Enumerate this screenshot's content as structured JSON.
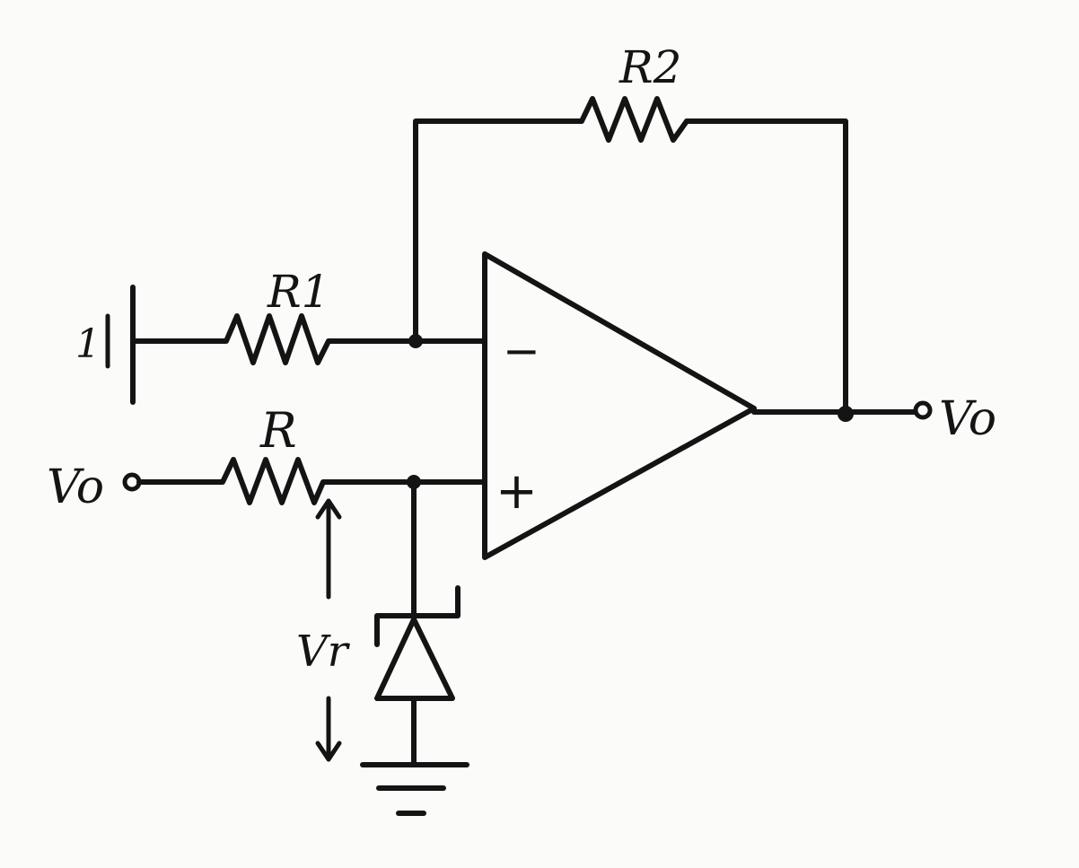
{
  "labels": {
    "r1": "R1",
    "r2": "R2",
    "r": "R",
    "vo_in": "Vo",
    "vo_out": "Vo",
    "vr": "Vr",
    "input_mark": "1",
    "minus": "−",
    "plus": "+"
  },
  "colors": {
    "ink": "#141414",
    "paper": "#fbfbfa"
  }
}
